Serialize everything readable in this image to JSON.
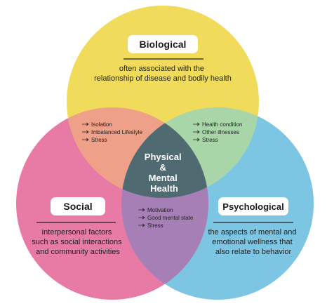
{
  "colors": {
    "biological": "#f0dc5a",
    "social": "#e87aa6",
    "psychological": "#7cc6e4",
    "bio_social": "#eea089",
    "bio_psych": "#a8d6a9",
    "social_psych": "#a67fb6",
    "center": "#4f6a70",
    "label_box": "#ffffff",
    "text": "#222222",
    "underline": "#222222"
  },
  "biological": {
    "title": "Biological",
    "description": [
      "often associated with the",
      "relationship of disease and bodily health"
    ]
  },
  "social": {
    "title": "Social",
    "description": [
      "interpersonal factors",
      "such as social interactions",
      "and community activities"
    ]
  },
  "psychological": {
    "title": "Psychological",
    "description": [
      "the aspects of mental and",
      "emotional wellness that",
      "also relate to behavior"
    ]
  },
  "overlaps": {
    "biological_social": [
      "Isolation",
      "Imbalanced Lifestyle",
      "Stress"
    ],
    "biological_psychological": [
      "Health condition",
      "Other illnesses",
      "Stress"
    ],
    "social_psychological": [
      "Motivation",
      "Good mental state",
      "Stress"
    ]
  },
  "center": {
    "lines": [
      "Physical",
      "&",
      "Mental",
      "Health"
    ]
  },
  "icons": {
    "bullet": "arrow-right-icon"
  }
}
